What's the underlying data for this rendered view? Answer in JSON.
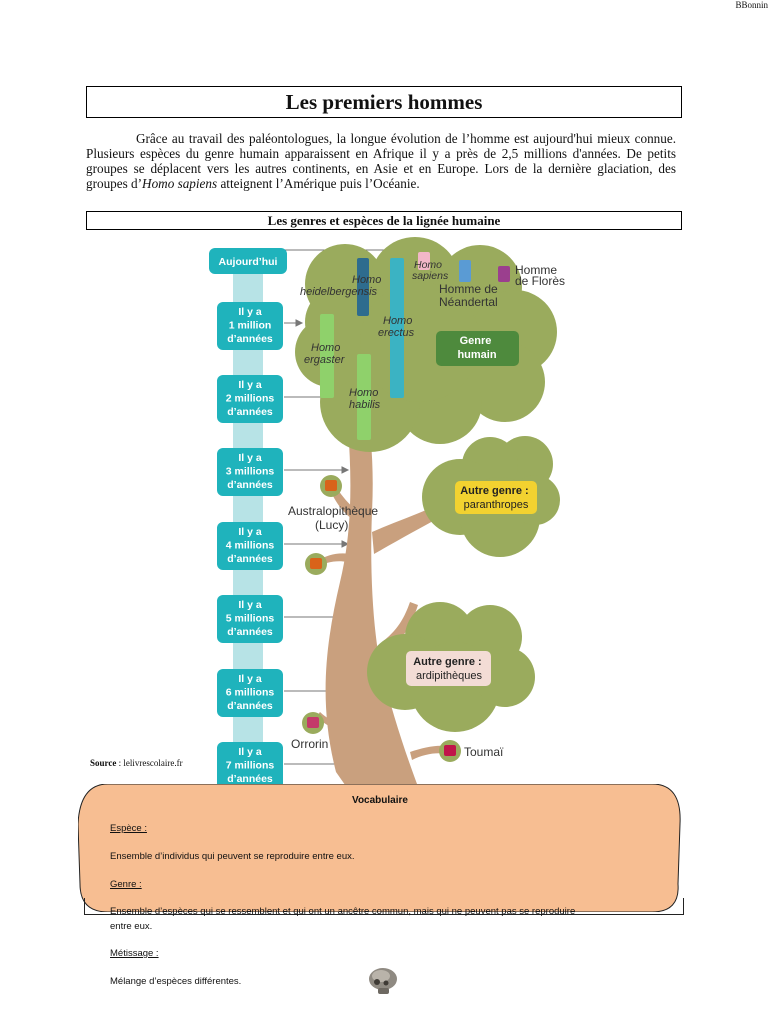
{
  "header": {
    "author": "BBonnin"
  },
  "title": "Les premiers hommes",
  "intro": {
    "before": "Grâce au travail des paléontologues, la longue évolution de l’homme est aujourd'hui mieux connue. Plusieurs espèces du genre humain apparaissent en Afrique il y a près de 2,5 millions d'années. De petits groupes se déplacent vers les autres continents, en Asie et en Europe. Lors de la dernière glaciation, des groupes d’",
    "em": "Homo sapiens",
    "after": " atteignent l’Amérique puis l’Océanie."
  },
  "figure": {
    "heading": "Les genres et espèces de la lignée humaine",
    "timeline": [
      {
        "lines": [
          "Aujourd’hui"
        ]
      },
      {
        "lines": [
          "Il y a",
          "1 million",
          "d’années"
        ]
      },
      {
        "lines": [
          "Il y a",
          "2 millions",
          "d’années"
        ]
      },
      {
        "lines": [
          "Il y a",
          "3 millions",
          "d’années"
        ]
      },
      {
        "lines": [
          "Il y a",
          "4 millions",
          "d’années"
        ]
      },
      {
        "lines": [
          "Il y a",
          "5 millions",
          "d’années"
        ]
      },
      {
        "lines": [
          "Il y a",
          "6 millions",
          "d’années"
        ]
      },
      {
        "lines": [
          "Il y a",
          "7 millions",
          "d’années"
        ]
      }
    ],
    "species": {
      "heidelbergensis": [
        "Homo",
        "heidelbergensis"
      ],
      "sapiens": [
        "Homo",
        "sapiens"
      ],
      "erectus": [
        "Homo",
        "erectus"
      ],
      "ergaster": [
        "Homo",
        "ergaster"
      ],
      "habilis": [
        "Homo",
        "habilis"
      ],
      "neandertal": [
        "Homme de",
        "Néandertal"
      ],
      "flores": [
        "Homme",
        "de Florès"
      ],
      "australopitheque": [
        "Australopithèque",
        "(Lucy)"
      ],
      "orrorin": "Orrorin",
      "toumai": "Toumaï"
    },
    "genus_labels": {
      "human": [
        "Genre",
        "humain"
      ],
      "paranthropes": [
        "Autre genre :",
        "paranthropes"
      ],
      "ardipitheques": [
        "Autre genre :",
        "ardipithèques"
      ]
    },
    "colors": {
      "timeline": "#1fb3bc",
      "timeline_pale": "#b7e3e6",
      "foliage": "#9aab5d",
      "trunk": "#c9a07e",
      "genre_humain": "#4e8a3d",
      "paranthropes": "#f2d230",
      "ardipitheques": "#f3dcd5"
    }
  },
  "source": {
    "label": "Source",
    "text": " : lelivrescolaire.fr"
  },
  "vocabulary": {
    "title": "Vocabulaire",
    "terms": [
      {
        "term": "Espèce :",
        "definition": "Ensemble d’individus qui peuvent se reproduire entre eux."
      },
      {
        "term": "Genre :",
        "definition_1": "Ensemble d’espèces qui se ressemblent et qui ont un ancêtre commun, mais qui ne peuvent pas se reproduire",
        "definition_2": "entre eux."
      },
      {
        "term": "Métissage :",
        "definition": "Mélange d’espèces différentes."
      }
    ],
    "background": "#f7be92"
  }
}
